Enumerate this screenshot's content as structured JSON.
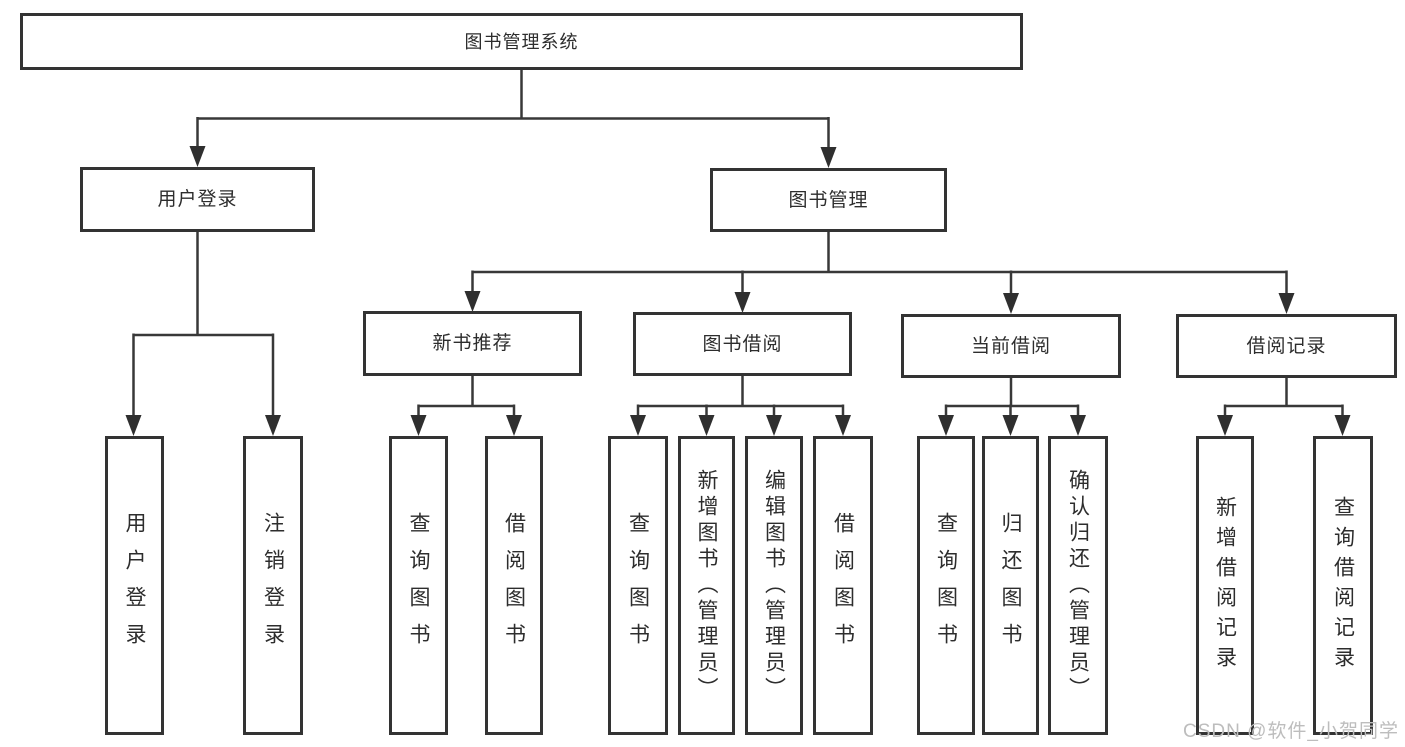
{
  "tree": {
    "root": {
      "label": "图书管理系统"
    },
    "children": [
      {
        "label": "用户登录",
        "children": [
          {
            "label": "用户登录"
          },
          {
            "label": "注销登录"
          }
        ]
      },
      {
        "label": "图书管理",
        "children": [
          {
            "label": "新书推荐",
            "children": [
              {
                "label": "查询图书"
              },
              {
                "label": "借阅图书"
              }
            ]
          },
          {
            "label": "图书借阅",
            "children": [
              {
                "label": "查询图书"
              },
              {
                "label": "新增图书（管理员）"
              },
              {
                "label": "编辑图书（管理员）"
              },
              {
                "label": "借阅图书"
              }
            ]
          },
          {
            "label": "当前借阅",
            "children": [
              {
                "label": "查询图书"
              },
              {
                "label": "归还图书"
              },
              {
                "label": "确认归还（管理员）"
              }
            ]
          },
          {
            "label": "借阅记录",
            "children": [
              {
                "label": "新增借阅记录"
              },
              {
                "label": "查询借阅记录"
              }
            ]
          }
        ]
      }
    ]
  },
  "watermark": {
    "text": "CSDN @软件_小贺同学"
  },
  "colors": {
    "line": "#383838",
    "arrow": "#2f2f2f",
    "box_border": "#333333",
    "text": "#2d2d2d",
    "background": "#ffffff",
    "watermark": "#bdbdbd"
  }
}
